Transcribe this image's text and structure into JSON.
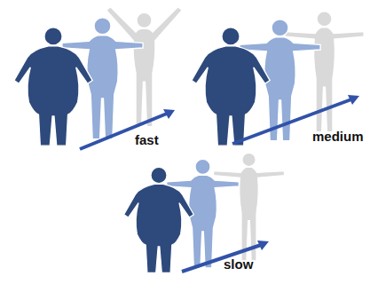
{
  "diagram": {
    "labels": [
      "fast",
      "medium",
      "slow"
    ]
  }
}
